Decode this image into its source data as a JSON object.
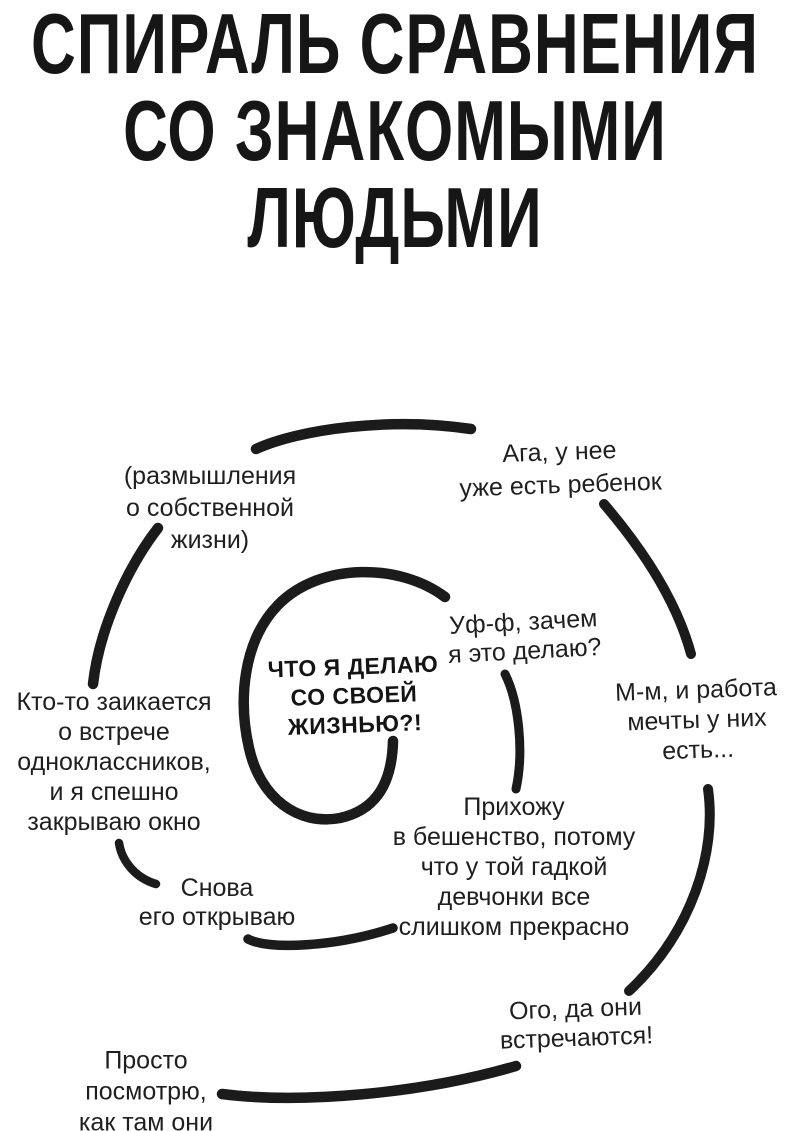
{
  "title": {
    "lines": [
      "СПИРАЛЬ СРАВНЕНИЯ",
      "СО ЗНАКОМЫМИ",
      "ЛЮДЬМИ"
    ]
  },
  "center": {
    "lines": [
      "ЧТО Я ДЕЛАЮ",
      "СО СВОЕЙ",
      "ЖИЗНЬЮ?!"
    ]
  },
  "annotations": {
    "reflections": {
      "lines": [
        "(размышления",
        "о собственной",
        "жизни)"
      ]
    },
    "baby": {
      "lines": [
        "Ага, у нее",
        "уже есть ребенок"
      ]
    },
    "why": {
      "lines": [
        "Уф-ф, зачем",
        "я это делаю?"
      ]
    },
    "dreamjob": {
      "lines": [
        "М-м, и работа",
        "мечты у них",
        "есть..."
      ]
    },
    "classmates": {
      "lines": [
        "Кто-то заикается",
        "о встрече",
        "одноклассников,",
        "и я спешно",
        "закрываю окно"
      ]
    },
    "reopen": {
      "lines": [
        "Снова",
        "его открываю"
      ]
    },
    "rage": {
      "lines": [
        "Прихожу",
        "в бешенство, потому",
        "что у той гадкой",
        "девчонки все",
        "слишком прекрасно"
      ]
    },
    "dating": {
      "lines": [
        "Ого, да они",
        "встречаются!"
      ]
    },
    "justlook": {
      "lines": [
        "Просто",
        "посмотрю,",
        "как там они"
      ]
    }
  },
  "colors": {
    "ink": "#1b1b1b",
    "background": "#ffffff"
  }
}
